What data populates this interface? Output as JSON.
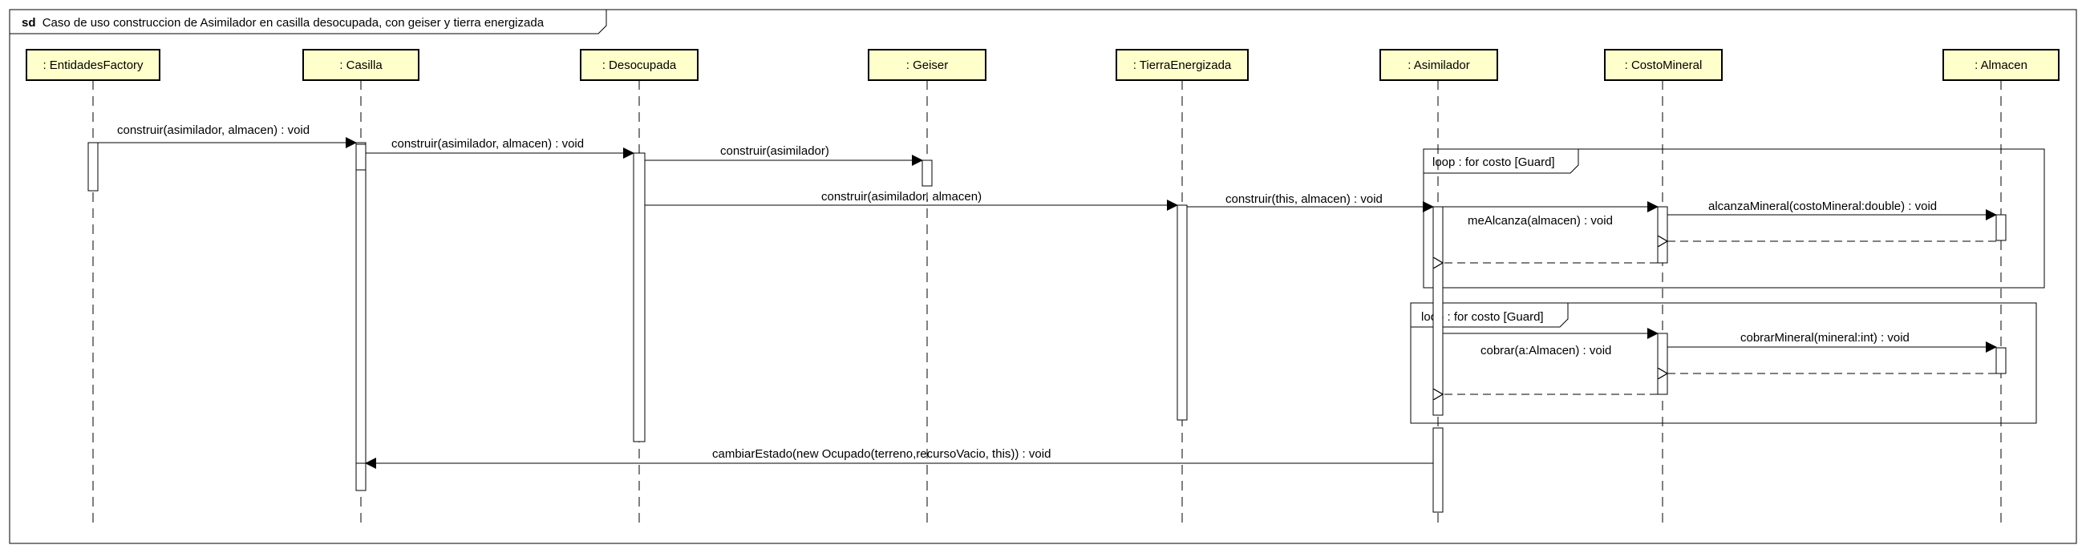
{
  "frame": {
    "keyword": "sd",
    "title": "Caso de uso construccion de Asimilador en casilla desocupada, con geiser y tierra energizada"
  },
  "colors": {
    "header_fill": "#ffffcc",
    "header_stroke": "#000000",
    "line": "#000000",
    "background": "#ffffff"
  },
  "lifelines": [
    {
      "id": "entidades",
      "label": ": EntidadesFactory"
    },
    {
      "id": "casilla",
      "label": ": Casilla"
    },
    {
      "id": "desocupada",
      "label": ": Desocupada"
    },
    {
      "id": "geiser",
      "label": ": Geiser"
    },
    {
      "id": "tierra",
      "label": ": TierraEnergizada"
    },
    {
      "id": "asimilador",
      "label": ": Asimilador"
    },
    {
      "id": "costo",
      "label": ": CostoMineral"
    },
    {
      "id": "almacen",
      "label": ": Almacen"
    }
  ],
  "messages": [
    {
      "text": "construir(asimilador, almacen) : void"
    },
    {
      "text": "construir(asimilador, almacen) : void"
    },
    {
      "text": "construir(asimilador)"
    },
    {
      "text": "construir(asimilador, almacen)"
    },
    {
      "text": "construir(this, almacen) : void"
    },
    {
      "text": "meAlcanza(almacen) : void"
    },
    {
      "text": "alcanzaMineral(costoMineral:double) : void"
    },
    {
      "text": "cobrar(a:Almacen) : void"
    },
    {
      "text": "cobrarMineral(mineral:int) : void"
    },
    {
      "text": "cambiarEstado(new Ocupado(terreno,recursoVacio, this)) : void"
    }
  ],
  "fragments": [
    {
      "label": "loop : for costo  [Guard]"
    },
    {
      "label": "loop : for costo  [Guard]"
    }
  ]
}
